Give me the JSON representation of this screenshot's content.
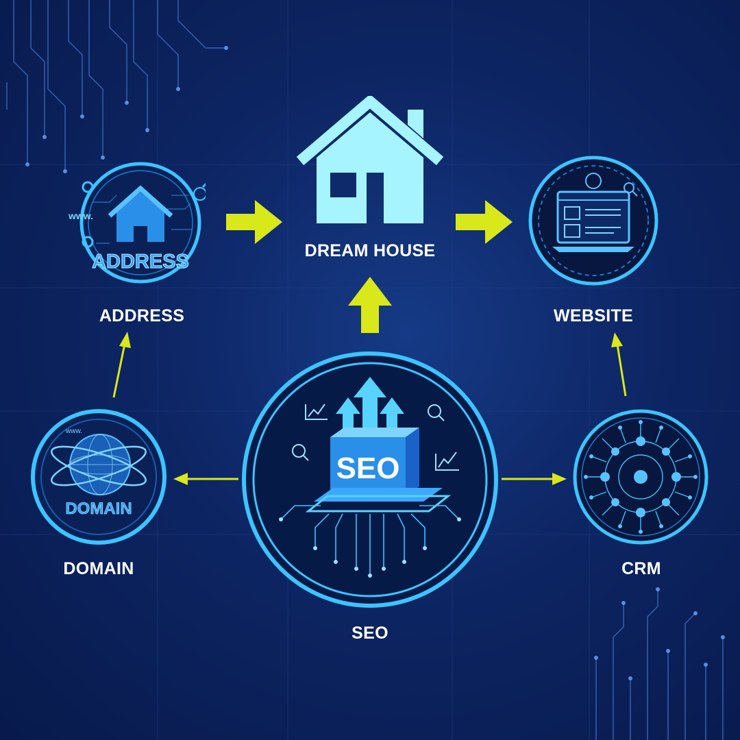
{
  "nodes": {
    "dream_house": {
      "label": "DREAM HOUSE"
    },
    "address": {
      "label": "ADDRESS",
      "badge": "ADDRESS",
      "www": "www."
    },
    "website": {
      "label": "WEBSITE"
    },
    "domain": {
      "label": "DOMAIN",
      "badge": "DOMAIN",
      "www": "www."
    },
    "seo": {
      "label": "SEO",
      "badge": "SEO"
    },
    "crm": {
      "label": "CRM"
    }
  },
  "colors": {
    "background": "#0a1a4a",
    "ring": "#3cc4ff",
    "arrow": "#d9e81a",
    "house": "#a6f4ff",
    "label": "#ffffff"
  }
}
